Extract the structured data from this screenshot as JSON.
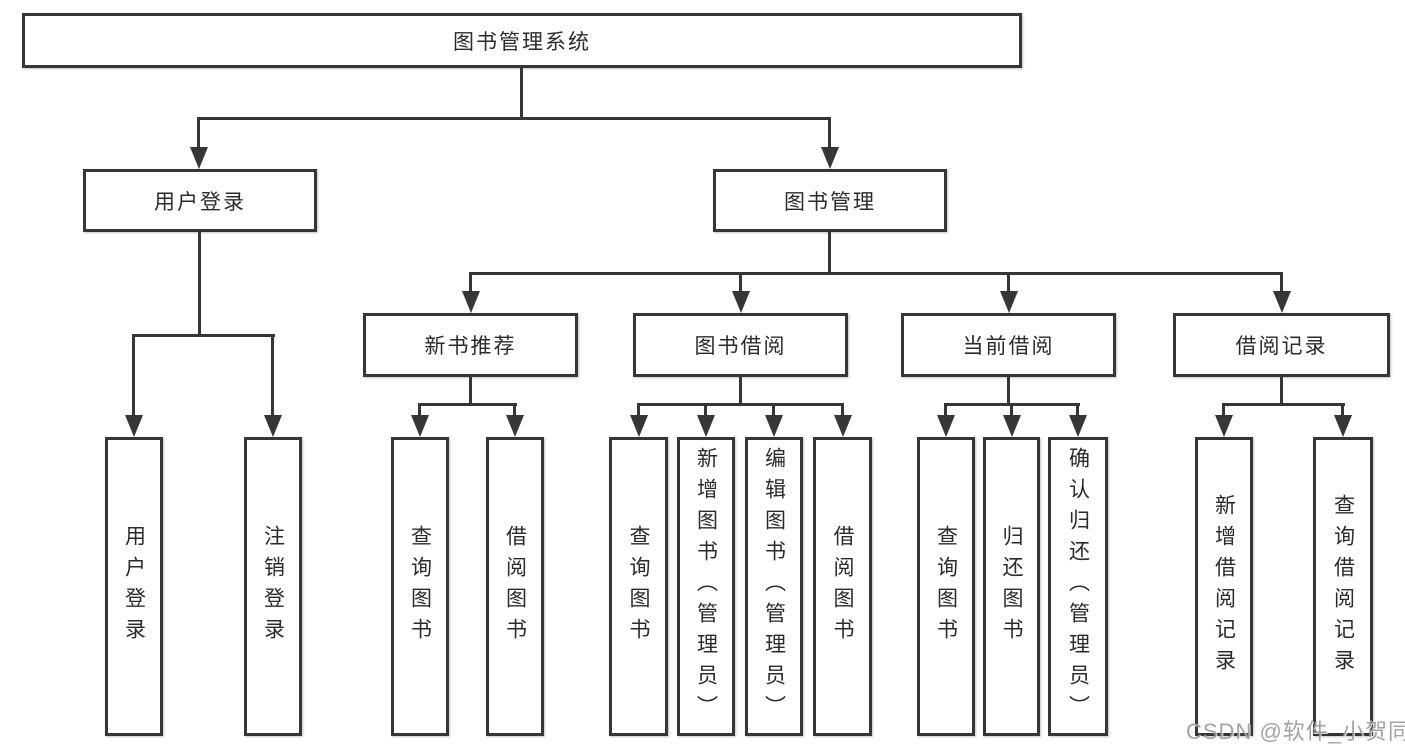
{
  "colors": {
    "line": "#363636",
    "text": "#2b2b2b",
    "background": "#ffffff",
    "watermark": "#9a9a9a"
  },
  "root": {
    "label": "图书管理系统"
  },
  "level2": [
    {
      "label": "用户登录",
      "children": [
        {
          "label": "用户登录"
        },
        {
          "label": "注销登录"
        }
      ]
    },
    {
      "label": "图书管理"
    }
  ],
  "level3": [
    {
      "label": "新书推荐",
      "children": [
        {
          "label": "查询图书"
        },
        {
          "label": "借阅图书"
        }
      ]
    },
    {
      "label": "图书借阅",
      "children": [
        {
          "label": "查询图书"
        },
        {
          "label": "新增图书（管理员）"
        },
        {
          "label": "编辑图书（管理员）"
        },
        {
          "label": "借阅图书"
        }
      ]
    },
    {
      "label": "当前借阅",
      "children": [
        {
          "label": "查询图书"
        },
        {
          "label": "归还图书"
        },
        {
          "label": "确认归还（管理员）"
        }
      ]
    },
    {
      "label": "借阅记录",
      "children": [
        {
          "label": "新增借阅记录"
        },
        {
          "label": "查询借阅记录"
        }
      ]
    }
  ],
  "watermark": "CSDN @软件_小贺同学"
}
